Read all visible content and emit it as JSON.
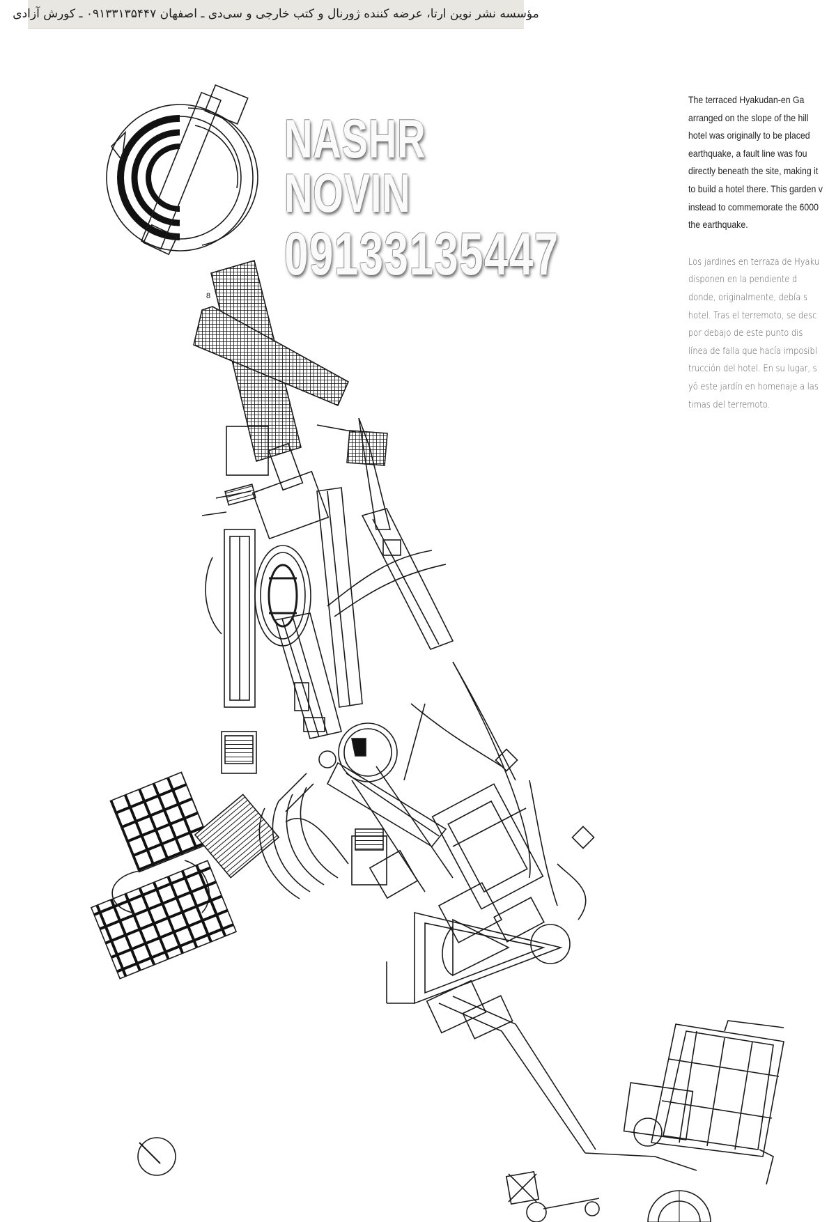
{
  "stamp": {
    "text": "مؤسسه نشر نوین ارتا، عرضه کننده ژورنال و کتب خارجی و سی‌دی ـ اصفهان ۰۹۱۳۳۱۳۵۴۴۷ ـ کورش آزادی"
  },
  "watermark": {
    "line1": "NASHR NOVIN",
    "line2": "09133135447"
  },
  "plan_label": "8",
  "english_text": [
    "The terraced Hyakudan-en Ga",
    "arranged on the slope of the hill",
    "hotel was originally to be placed",
    "earthquake, a fault line was fou",
    "directly beneath the site, making it",
    "to build a hotel there. This garden v",
    "instead to commemorate the 6000",
    "the earthquake."
  ],
  "spanish_text": [
    "Los jardines en terraza de Hyaku",
    "disponen en la pendiente d",
    "donde, originalmente, debía s",
    "hotel. Tras el terremoto, se desc",
    "por debajo de este punto dis",
    "línea de falla que hacía imposibl",
    "trucción del hotel. En su lugar, s",
    "yó este jardín en homenaje a las",
    "timas del terremoto."
  ]
}
